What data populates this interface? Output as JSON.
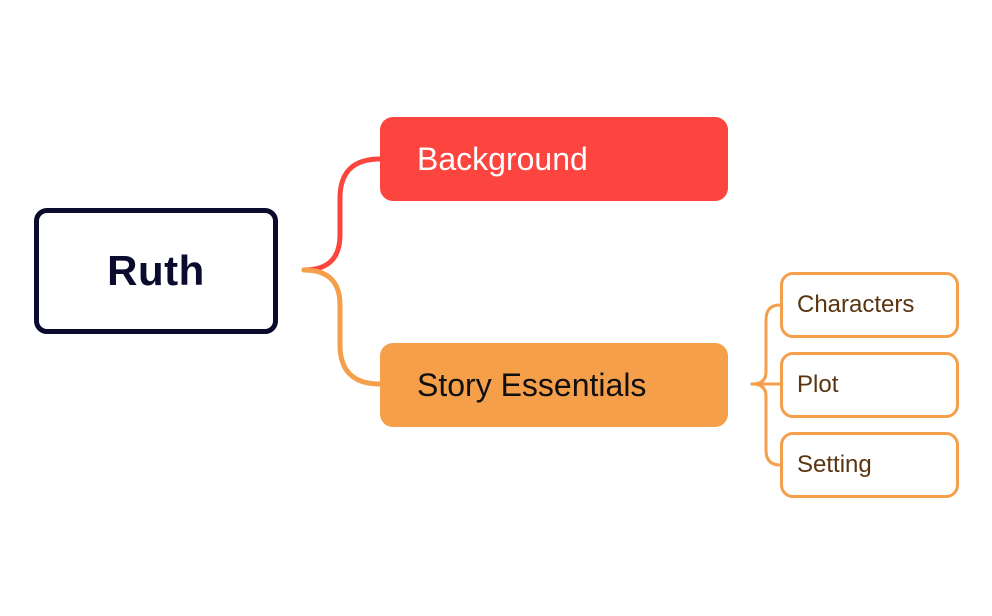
{
  "root": {
    "label": "Ruth"
  },
  "branches": [
    {
      "label": "Background",
      "color": "#fc453f",
      "text_color": "#ffffff"
    },
    {
      "label": "Story Essentials",
      "color": "#f59f4b",
      "text_color": "#101010",
      "children": [
        {
          "label": "Characters"
        },
        {
          "label": "Plot"
        },
        {
          "label": "Setting"
        }
      ]
    }
  ],
  "colors": {
    "root_border": "#0b0b2e",
    "sub_border": "#f59f4b",
    "sub_text": "#5a3410"
  }
}
